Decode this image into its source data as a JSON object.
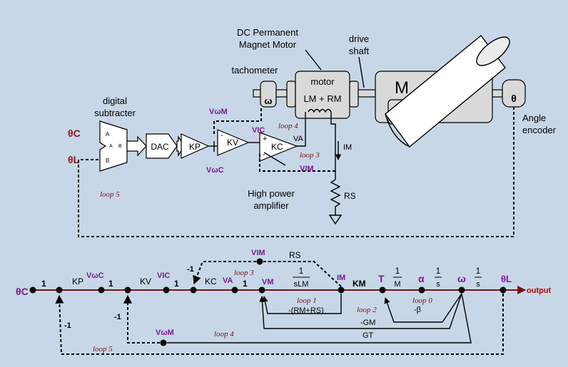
{
  "colors": {
    "background": "#c7d7e7",
    "signal_path": "#7a1010",
    "variable_label": "#7a1a8e",
    "output_label": "#c00000",
    "loop_label": "#7a1010"
  },
  "top_diagram": {
    "motor_caption_line1": "DC Permanent",
    "motor_caption_line2": "Magnet Motor",
    "drive_shaft_line1": "drive",
    "drive_shaft_line2": "shaft",
    "tachometer_label": "tachometer",
    "tach_symbol": "ω",
    "motor_label": "motor",
    "motor_impedance": "LM + RM",
    "mass_label": "M",
    "encoder_symbol": "θ",
    "angle_encoder_line1": "Angle",
    "angle_encoder_line2": "encoder",
    "subtracter_line1": "digital",
    "subtracter_line2": "subtracter",
    "theta_c": "θC",
    "theta_l": "θL",
    "sub_a1": "A",
    "sub_a2": "A",
    "sub_b1": "B",
    "sub_b2": "B",
    "dac_label": "DAC",
    "kp_label": "KP",
    "kv_label": "KV",
    "kc_label": "KC",
    "v_wm": "VωM",
    "v_wc": "VωC",
    "v_ic": "VIC",
    "v_a": "VA",
    "v_im": "VIM",
    "i_m": "IM",
    "r_s": "RS",
    "amp_line1": "High power",
    "amp_line2": "amplifier",
    "loop4": "loop 4",
    "loop3": "loop 3",
    "loop5": "loop 5",
    "plus_sign": "+",
    "minus_sign": "-"
  },
  "block_diagram": {
    "theta_c": "θC",
    "theta_l": "θL",
    "output": "output",
    "kp": "KP",
    "kv": "KV",
    "kc": "KC",
    "km": "KM",
    "v_wc": "VωC",
    "v_ic": "VIC",
    "v_a": "VA",
    "v_m": "VM",
    "v_im": "VIM",
    "v_wm": "VωM",
    "i_m": "IM",
    "t": "T",
    "alpha": "α",
    "omega": "ω",
    "r_s": "RS",
    "one_over_slm_num": "1",
    "one_over_slm_den": "sLM",
    "one_over_m_num": "1",
    "one_over_m_den": "M",
    "one_over_s_num": "1",
    "one_over_s_den": "s",
    "one_over_s2_num": "1",
    "one_over_s2_den": "s",
    "minus_rm_rs": "-(RM+RS)",
    "minus_beta": "-β",
    "minus_gm": "-GM",
    "gt": "GT",
    "gain_one": "1",
    "gain_minus_one": "-1",
    "loop0": "loop 0",
    "loop1": "loop 1",
    "loop2": "loop 2",
    "loop3": "loop 3",
    "loop4": "loop 4",
    "loop5": "loop 5"
  }
}
